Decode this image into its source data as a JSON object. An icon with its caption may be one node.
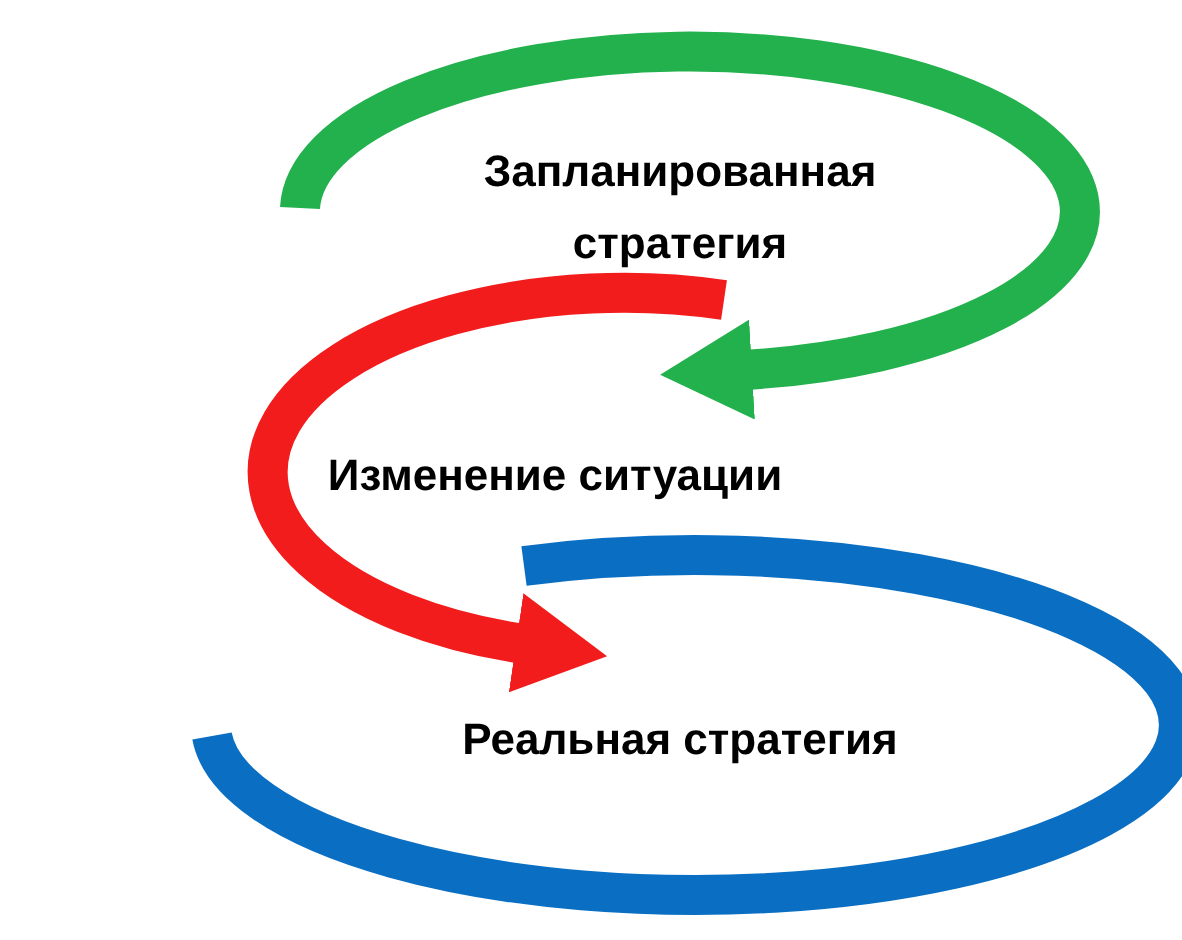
{
  "diagram": {
    "nodes": [
      {
        "text": [
          "Запланированная стратегия"
        ]
      },
      {
        "text": [
          "Изменение ситуации"
        ]
      },
      {
        "text": [
          "Реальная стратегия"
        ]
      }
    ],
    "edges": [
      {
        "from": null,
        "to": 1,
        "arrow": "to",
        "color": "#22b14c"
      },
      {
        "from": 0,
        "to": 2,
        "arrow": "to",
        "color": "#f21c1c"
      }
    ]
  }
}
